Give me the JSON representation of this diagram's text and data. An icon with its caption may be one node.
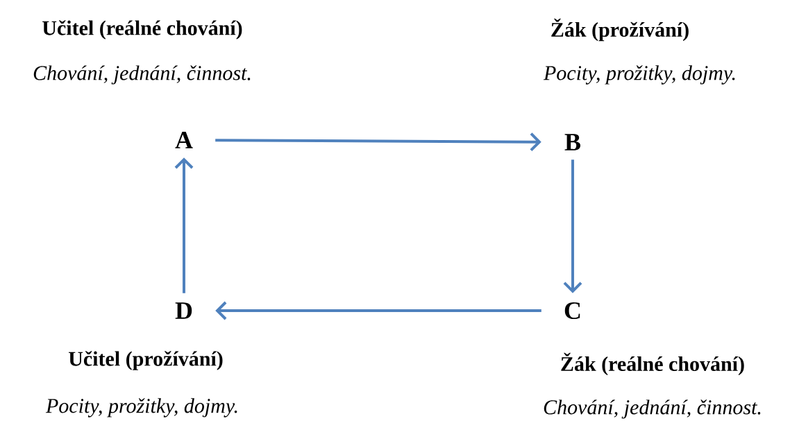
{
  "diagram": {
    "nodes": [
      {
        "text": [
          "A"
        ],
        "beside": [
          "Učitel (reálné chování)",
          "Chování, jednání, činnost."
        ]
      },
      {
        "text": [
          "B"
        ],
        "beside": [
          "Žák (prožívání)",
          "Pocity, prožitky, dojmy."
        ]
      },
      {
        "text": [
          "C"
        ],
        "beside": [
          "Žák (reálné chování)",
          "Chování, jednání, činnost."
        ]
      },
      {
        "text": [
          "D"
        ],
        "beside": [
          "Učitel (prožívání)",
          "Pocity, prožitky, dojmy."
        ]
      }
    ],
    "edges": [
      {
        "from": 0,
        "to": 1,
        "arrow": "to"
      },
      {
        "from": 1,
        "to": 2,
        "arrow": "to"
      },
      {
        "from": 2,
        "to": 3,
        "arrow": "to"
      },
      {
        "from": 3,
        "to": 0,
        "arrow": "to"
      }
    ]
  }
}
